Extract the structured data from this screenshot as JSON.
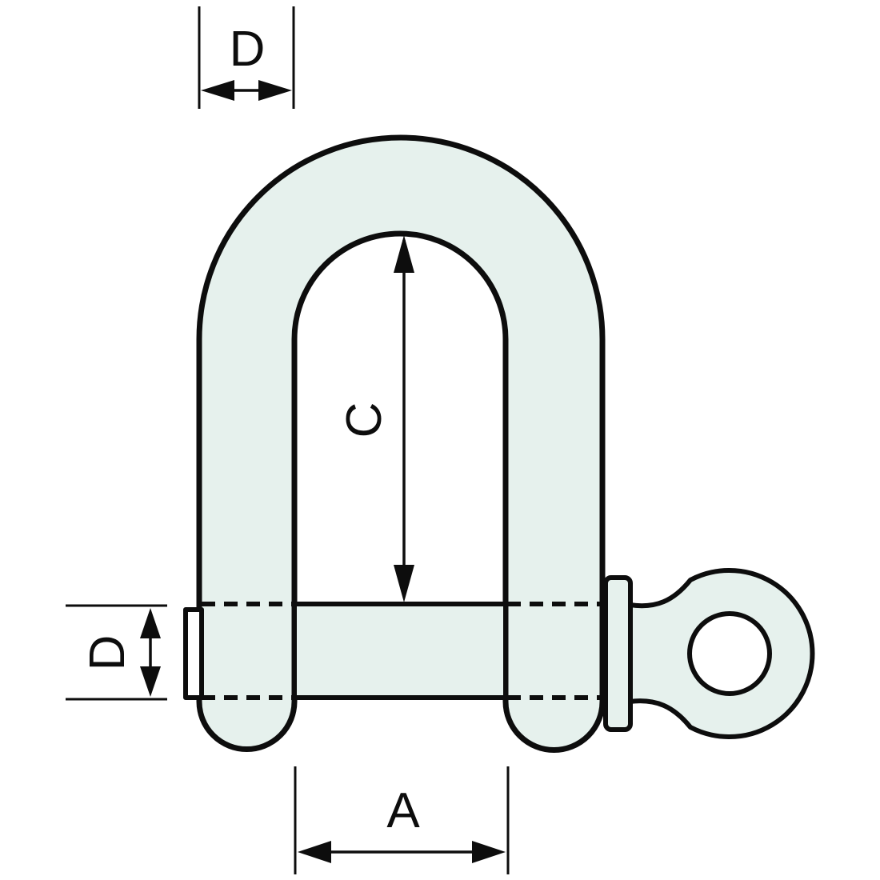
{
  "colors": {
    "part_fill": "#e6f1ed",
    "hole_fill": "#ffffff",
    "outline": "#0d0d0d"
  },
  "dimensions": {
    "bow_diameter": {
      "label": "D"
    },
    "inside_length": {
      "label": "C"
    },
    "pin_diameter": {
      "label": "D"
    },
    "inside_width": {
      "label": "A"
    }
  }
}
